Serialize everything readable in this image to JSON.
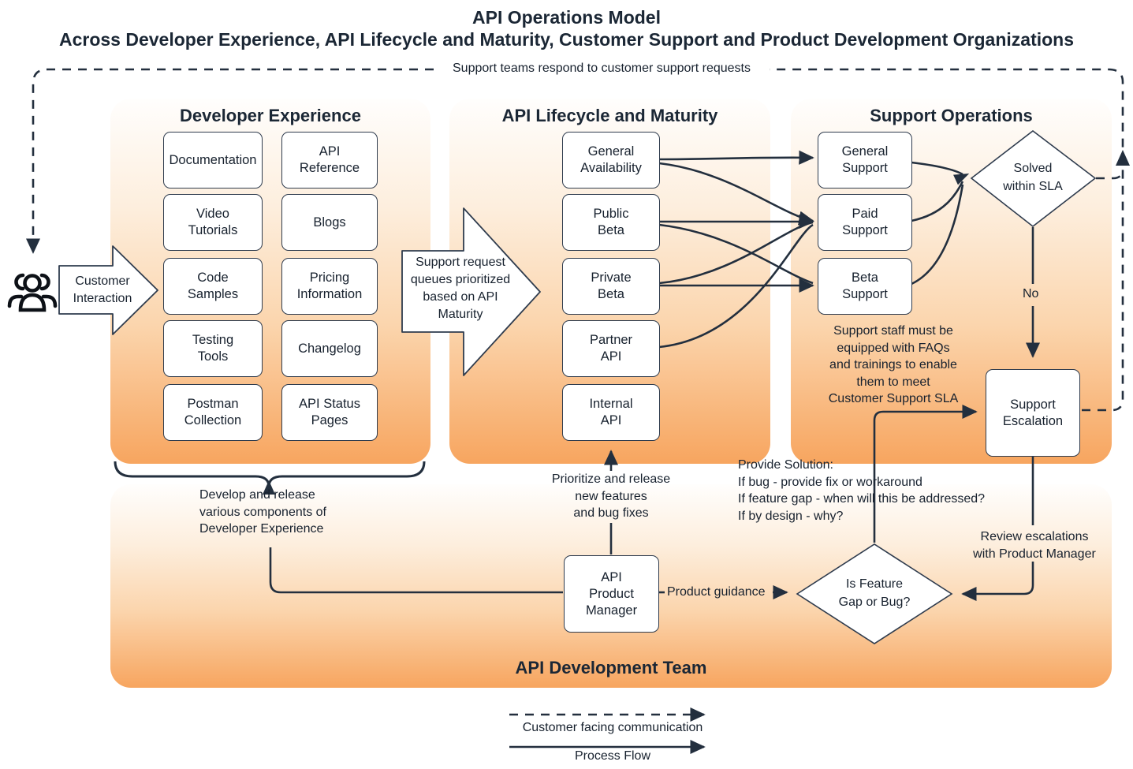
{
  "title": {
    "line1": "API Operations Model",
    "line2": "Across Developer Experience, API Lifecycle and Maturity, Customer Support and Product Development Organizations"
  },
  "top_flow_label": "Support teams respond to customer support requests",
  "customer_arrow_label": "Customer\nInteraction",
  "support_request_arrow_label": "Support request\nqueues prioritized\nbased on API\nMaturity",
  "panels": {
    "dev": {
      "title": "Developer Experience",
      "boxes": [
        "Documentation",
        "API\nReference",
        "Video\nTutorials",
        "Blogs",
        "Code\nSamples",
        "Pricing\nInformation",
        "Testing\nTools",
        "Changelog",
        "Postman\nCollection",
        "API Status\nPages"
      ],
      "develop_note": "Develop and release\nvarious components of\nDeveloper Experience"
    },
    "lifecycle": {
      "title": "API Lifecycle and Maturity",
      "boxes": [
        "General\nAvailability",
        "Public\nBeta",
        "Private\nBeta",
        "Partner\nAPI",
        "Internal\nAPI"
      ]
    },
    "support": {
      "title": "Support Operations",
      "boxes": [
        "General\nSupport",
        "Paid\nSupport",
        "Beta\nSupport"
      ],
      "solved_diamond": "Solved\nwithin SLA",
      "no_label": "No",
      "staff_note": "Support staff must be\nequipped with FAQs\nand trainings to enable\nthem to meet\nCustomer Support SLA",
      "escalation_box": "Support\nEscalation"
    },
    "devteam": {
      "title": "API Development Team",
      "pm_box": "API\nProduct\nManager",
      "feature_diamond": "Is Feature\nGap or Bug?",
      "prioritize_note": "Prioritize and release\nnew features\nand bug fixes",
      "provide_note": "Provide Solution:\nIf bug - provide fix or workaround\nIf feature gap - when will this be addressed?\nIf by design - why?",
      "review_note": "Review escalations\nwith Product Manager",
      "guidance_label": "Product guidance"
    }
  },
  "legend": {
    "dashed": "Customer facing communication",
    "solid": "Process Flow"
  },
  "colors": {
    "ink": "#232f3e",
    "box_border": "#2f3c4e",
    "panel_orange": "#f7a55f"
  }
}
